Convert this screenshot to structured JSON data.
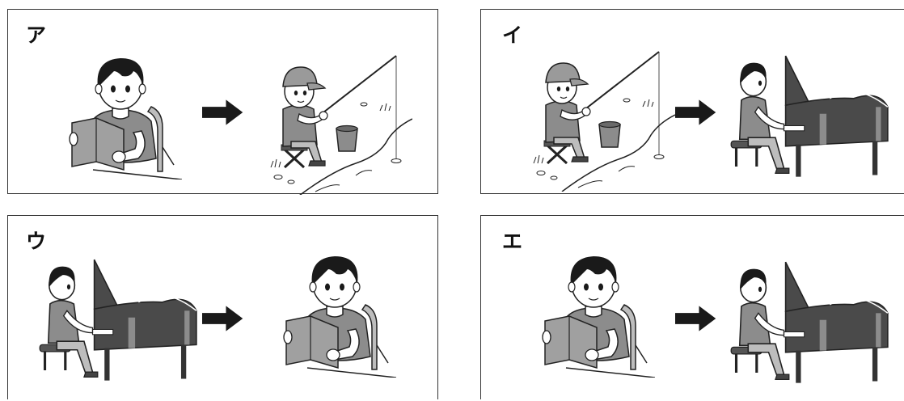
{
  "panels": [
    {
      "label": "ア",
      "from": "reading",
      "to": "fishing"
    },
    {
      "label": "イ",
      "from": "fishing",
      "to": "piano"
    },
    {
      "label": "ウ",
      "from": "piano",
      "to": "reading"
    },
    {
      "label": "エ",
      "from": "reading",
      "to": "piano"
    }
  ],
  "colors": {
    "line": "#222222",
    "shirt": "#8c8c8c",
    "hair": "#1a1a1a",
    "piano": "#4a4a4a",
    "book": "#a0a0a0"
  }
}
